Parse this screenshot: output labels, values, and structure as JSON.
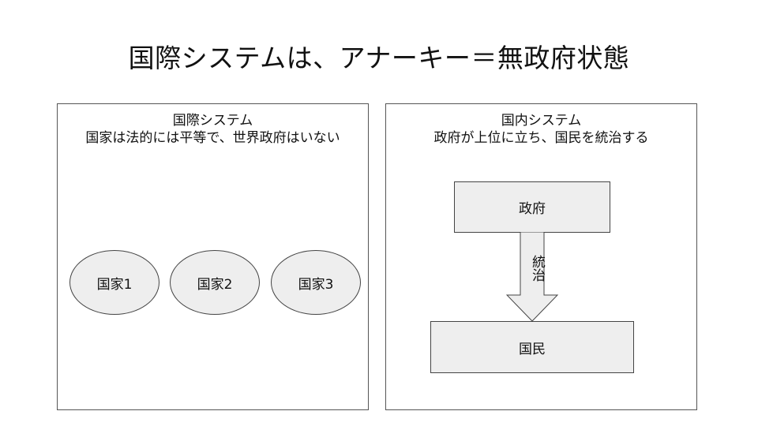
{
  "title": "国際システムは、アナーキー＝無政府状態",
  "left_panel": {
    "heading": "国際システム",
    "subheading": "国家は法的には平等で、世界政府はいない",
    "nodes": [
      "国家1",
      "国家2",
      "国家3"
    ]
  },
  "right_panel": {
    "heading": "国内システム",
    "subheading": "政府が上位に立ち、国民を統治する",
    "top_box": "政府",
    "bottom_box": "国民",
    "arrow_label": "統治"
  },
  "colors": {
    "shape_fill": "#eeeeee",
    "border": "#444444"
  }
}
